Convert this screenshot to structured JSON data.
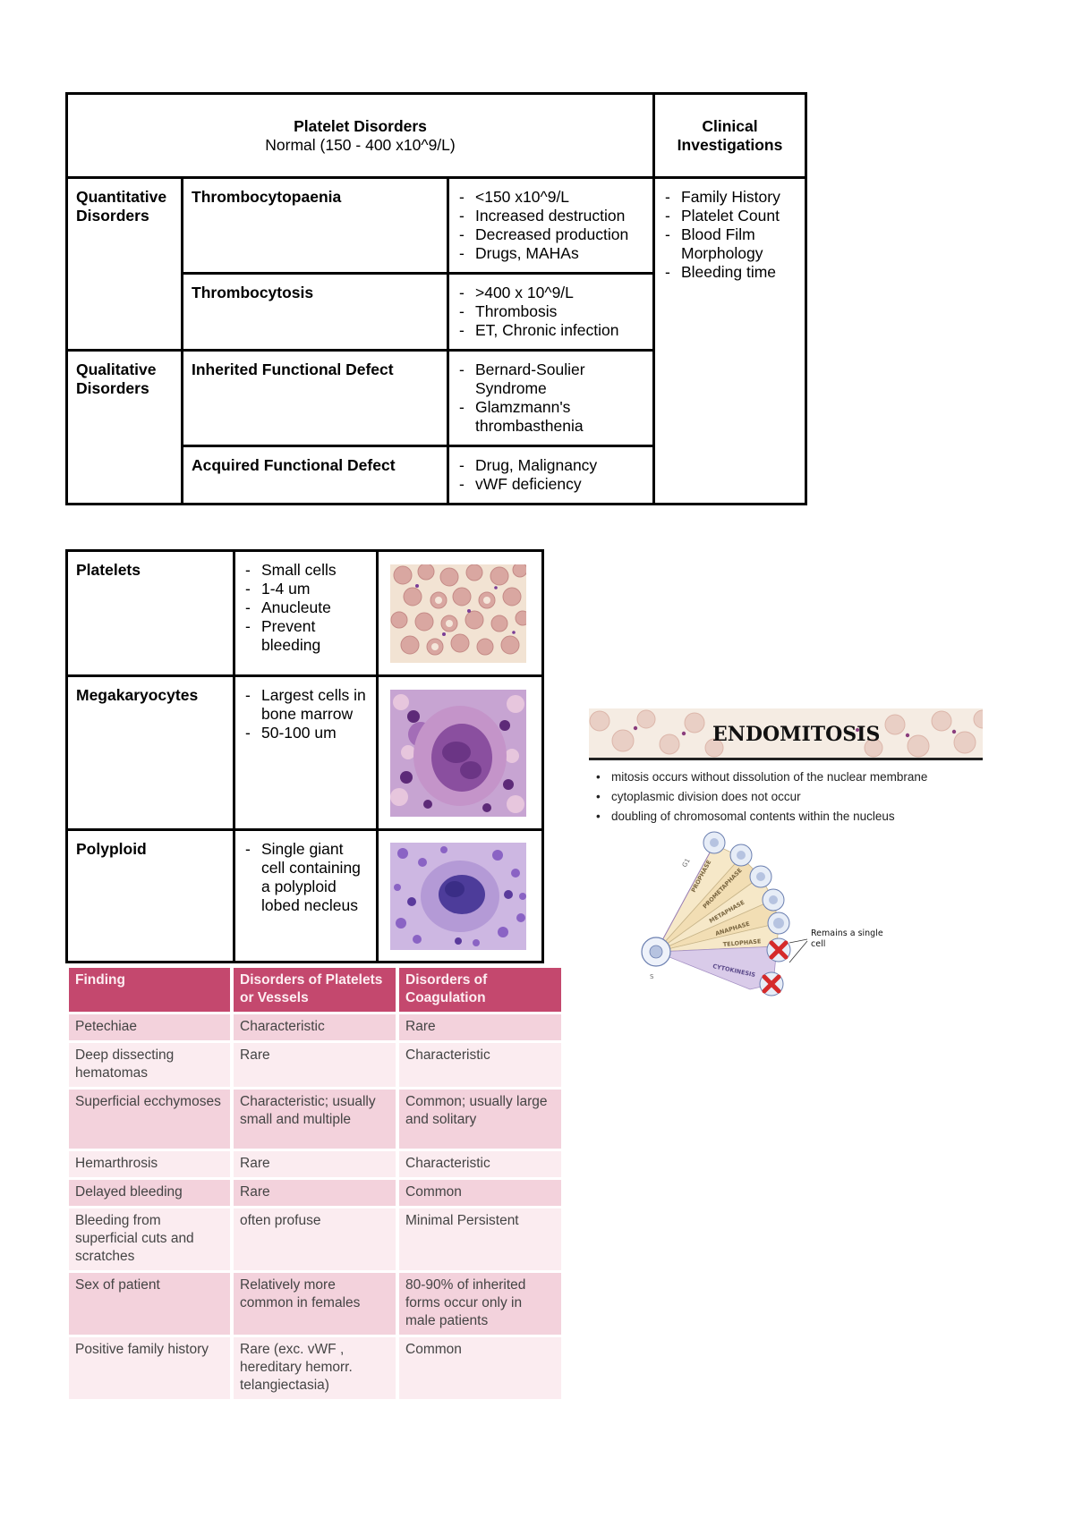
{
  "disorders_table": {
    "header_title": "Platelet Disorders",
    "header_subtitle": "Normal (150 - 400 x10^9/L)",
    "header_clinical": "Clinical Investigations",
    "quantitative_label": "Quantitative Disorders",
    "qualitative_label": "Qualitative Disorders",
    "thrombocytopaenia": {
      "name": "Thrombocytopaenia",
      "items": [
        "<150 x10^9/L",
        "Increased destruction",
        "Decreased production",
        "Drugs, MAHAs"
      ]
    },
    "thrombocytosis": {
      "name": "Thrombocytosis",
      "items": [
        ">400 x 10^9/L",
        "Thrombosis",
        "ET, Chronic infection"
      ]
    },
    "inherited": {
      "name": "Inherited Functional Defect",
      "items": [
        "Bernard-Soulier Syndrome",
        "Glamzmann's thrombasthenia"
      ]
    },
    "acquired": {
      "name": "Acquired Functional Defect",
      "items": [
        "Drug, Malignancy",
        "vWF deficiency"
      ]
    },
    "clinical_items": [
      "Family History",
      "Platelet Count",
      "Blood Film Morphology",
      "Bleeding time"
    ]
  },
  "cells_table": {
    "platelets": {
      "name": "Platelets",
      "items": [
        "Small cells",
        "1-4 um",
        "Anucleute",
        "Prevent bleeding"
      ]
    },
    "megakaryocytes": {
      "name": "Megakaryocytes",
      "items": [
        "Largest cells in bone marrow",
        "50-100 um"
      ]
    },
    "polyploid": {
      "name": "Polyploid",
      "items": [
        "Single giant cell containing a polyploid lobed necleus"
      ]
    }
  },
  "findings_table": {
    "headers": [
      "Finding",
      "Disorders of Platelets or Vessels",
      "Disorders of Coagulation"
    ],
    "rows": [
      [
        "Petechiae",
        "Characteristic",
        "Rare"
      ],
      [
        "Deep dissecting hematomas",
        "Rare",
        "Characteristic"
      ],
      [
        "Superficial ecchymoses",
        "Characteristic; usually small and multiple",
        "Common; usually large and solitary"
      ],
      [
        "Hemarthrosis",
        "Rare",
        "Characteristic"
      ],
      [
        "Delayed bleeding",
        "Rare",
        "Common"
      ],
      [
        "Bleeding from superficial cuts and scratches",
        "often profuse",
        "Minimal Persistent"
      ],
      [
        "Sex of patient",
        "Relatively more common in females",
        "80-90% of inherited forms occur only in male patients"
      ],
      [
        "Positive family history",
        "Rare (exc. vWF , hereditary hemorr. telangiectasia)",
        "Common"
      ]
    ]
  },
  "endomitosis": {
    "title": "ENDOMITOSIS",
    "bullets": [
      "mitosis occurs without dissolution of the nuclear membrane",
      "cytoplasmic division does not occur",
      "doubling of chromosomal contents within the nucleus"
    ],
    "phases": [
      "PROPHASE",
      "PROMETAPHASE",
      "METAPHASE",
      "ANAPHASE",
      "TELOPHASE",
      "CYTOKINESIS"
    ],
    "g1_label": "G1",
    "s_label": "S",
    "remains_line1": "Remains a single",
    "remains_line2": "cell"
  },
  "colors": {
    "header_pink": "#c4486e",
    "row_pink_dark": "#f3d2dc",
    "row_pink_light": "#fbecf0",
    "mark_red": "#d52a2a",
    "stain_purple": "#7a3d96"
  }
}
